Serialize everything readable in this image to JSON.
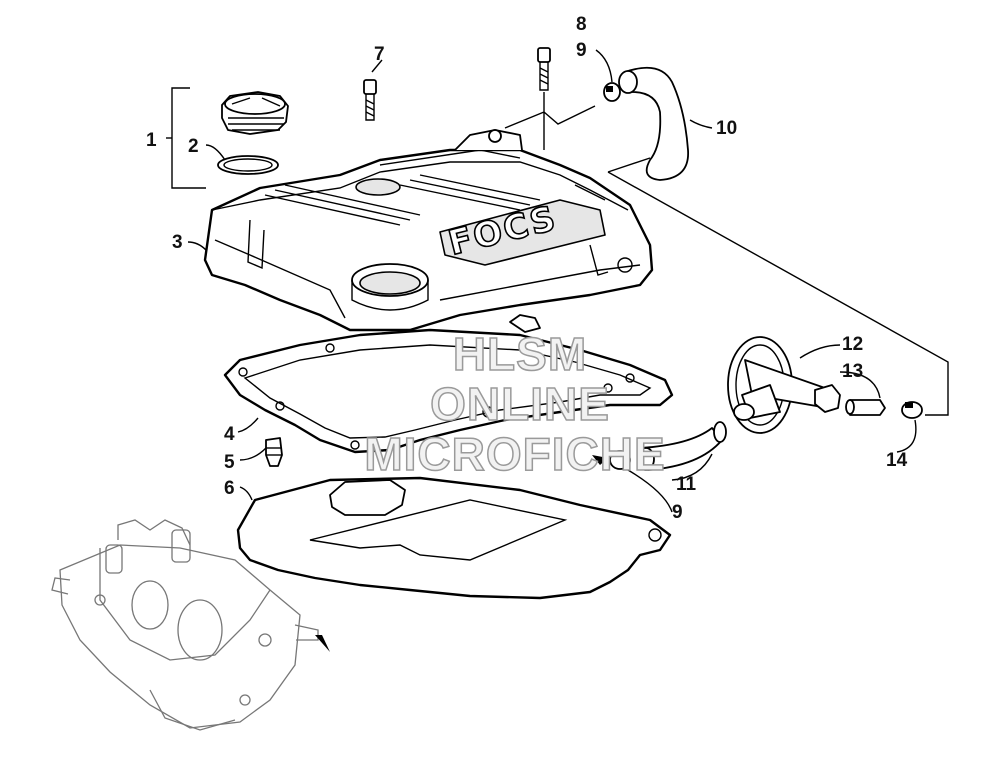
{
  "diagram": {
    "callouts": [
      {
        "id": "c1",
        "label": "1"
      },
      {
        "id": "c2",
        "label": "2"
      },
      {
        "id": "c3",
        "label": "3"
      },
      {
        "id": "c4",
        "label": "4"
      },
      {
        "id": "c5",
        "label": "5"
      },
      {
        "id": "c6",
        "label": "6"
      },
      {
        "id": "c7",
        "label": "7"
      },
      {
        "id": "c8",
        "label": "8"
      },
      {
        "id": "c9a",
        "label": "9"
      },
      {
        "id": "c9b",
        "label": "9"
      },
      {
        "id": "c10",
        "label": "10"
      },
      {
        "id": "c11",
        "label": "11"
      },
      {
        "id": "c12",
        "label": "12"
      },
      {
        "id": "c13",
        "label": "13"
      },
      {
        "id": "c14",
        "label": "14"
      }
    ],
    "cover_logo": "FOCS",
    "watermark": {
      "line1": "HLSM",
      "line2": "ONLINE",
      "line3": "MICROFICHE"
    }
  }
}
